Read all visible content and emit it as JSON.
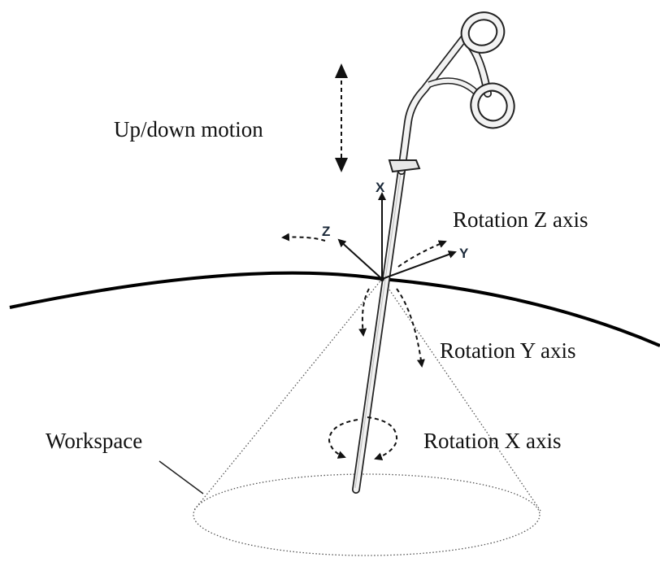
{
  "labels": {
    "up_down_motion": "Up/down motion",
    "rotation_z_axis": "Rotation Z axis",
    "rotation_y_axis": "Rotation Y axis",
    "rotation_x_axis": "Rotation X axis",
    "workspace": "Workspace"
  },
  "axis_letters": {
    "x": "X",
    "y": "Y",
    "z": "Z"
  }
}
